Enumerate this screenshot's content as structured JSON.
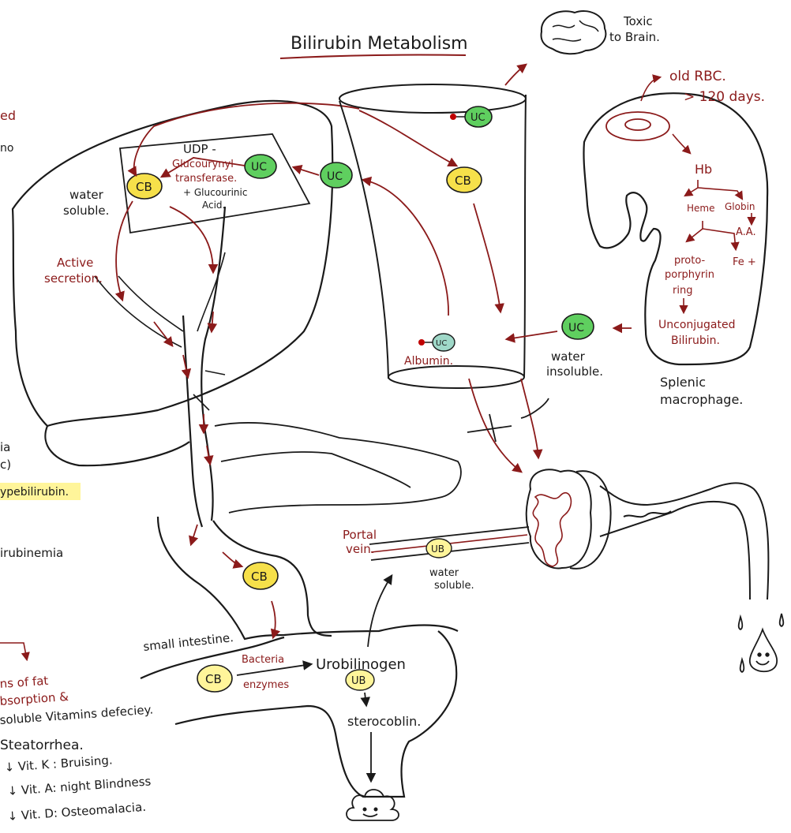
{
  "title": "Bilirubin Metabolism",
  "brain_note": [
    "Toxic",
    "to Brain."
  ],
  "spleen": {
    "rbc": [
      "old RBC.",
      "> 120 days."
    ],
    "hb": "Hb",
    "heme": "Heme",
    "globin": "Globin",
    "aa": "A.A.",
    "fe": "Fe +",
    "proto": [
      "proto-",
      "porphyrin",
      "ring"
    ],
    "unconj": [
      "Unconjugated",
      "Bilirubin."
    ],
    "caption": [
      "Splenic",
      "macrophage."
    ]
  },
  "blood": {
    "uc_label": "UC",
    "albumin": "Albumin.",
    "insol": [
      "water",
      "insoluble."
    ],
    "cb_label": "CB"
  },
  "liver": {
    "udp": [
      "UDP -",
      "Glucourynyl",
      "transferase."
    ],
    "glucuronic": [
      "+ Glucourinic",
      "Acid."
    ],
    "water_soluble": [
      "water",
      "soluble."
    ],
    "active": [
      "Active",
      "secretion."
    ],
    "cb_label": "CB",
    "uc_label": "UC"
  },
  "intestine": {
    "small": "small intestine.",
    "bacteria": [
      "Bacteria",
      "enzymes"
    ],
    "urobilinogen": "Urobilinogen",
    "ub_label": "UB",
    "stercobilin": "sterocoblin.",
    "portal": [
      "Portal",
      "vein."
    ],
    "ub_soluble": [
      "water",
      "soluble."
    ],
    "cb_label": "CB"
  },
  "left_notes": {
    "line1": "ed",
    "line2": "no",
    "line3": "ia",
    "line4": "c)",
    "hyper": "ypebilirubin.",
    "rubinemia": "irubinemia",
    "fat": [
      "ns of fat",
      "bsorption &",
      "soluble Vitamins defeciey."
    ],
    "items": [
      "Steatorrhea.",
      "↓ Vit. K : Bruising.",
      "↓ Vit. A: night Blindness",
      "↓ Vit. D: Osteomalacia."
    ]
  },
  "colors": {
    "ink": "#1a1a1a",
    "red_ink": "#8b1a1a",
    "cb_fill": "#f6e04a",
    "uc_fill": "#5fcf5f",
    "highlight": "#fff59a"
  },
  "icons": [
    "brain-icon",
    "stool-icon",
    "smiley-drop-icon",
    "rbc-icon",
    "kidney-icon"
  ]
}
